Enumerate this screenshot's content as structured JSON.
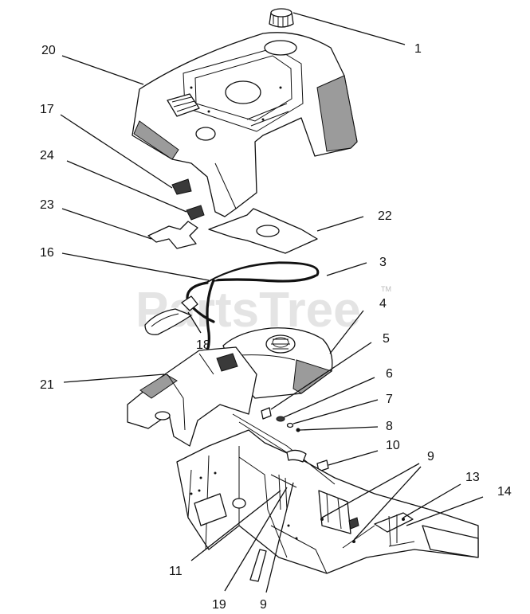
{
  "watermark": {
    "text": "PartsTree",
    "trademark": "TM"
  },
  "callouts": [
    {
      "id": "c1",
      "label": "1"
    },
    {
      "id": "c20",
      "label": "20"
    },
    {
      "id": "c17",
      "label": "17"
    },
    {
      "id": "c24",
      "label": "24"
    },
    {
      "id": "c23",
      "label": "23"
    },
    {
      "id": "c22",
      "label": "22"
    },
    {
      "id": "c16",
      "label": "16"
    },
    {
      "id": "c3",
      "label": "3"
    },
    {
      "id": "c4",
      "label": "4"
    },
    {
      "id": "c18",
      "label": "18"
    },
    {
      "id": "c5",
      "label": "5"
    },
    {
      "id": "c21",
      "label": "21"
    },
    {
      "id": "c6",
      "label": "6"
    },
    {
      "id": "c7",
      "label": "7"
    },
    {
      "id": "c8",
      "label": "8"
    },
    {
      "id": "c10",
      "label": "10"
    },
    {
      "id": "c9a",
      "label": "9"
    },
    {
      "id": "c13",
      "label": "13"
    },
    {
      "id": "c14",
      "label": "14"
    },
    {
      "id": "c11",
      "label": "11"
    },
    {
      "id": "c19",
      "label": "19"
    },
    {
      "id": "c9b",
      "label": "9"
    }
  ]
}
